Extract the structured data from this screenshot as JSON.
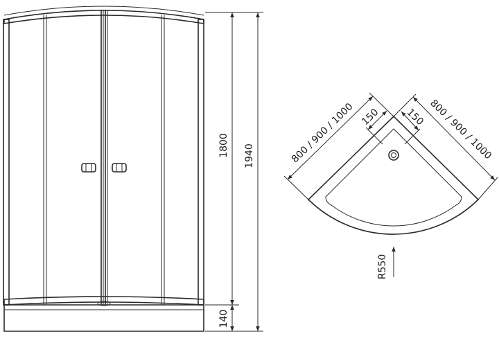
{
  "front_view": {
    "dimensions": {
      "inner_height": "1800",
      "total_height": "1940",
      "tray_height": "140"
    }
  },
  "plan_view": {
    "left_side": "800 / 900 / 1000",
    "right_side": "800 / 900 / 1000",
    "drain_offset_left": "150",
    "drain_offset_right": "150",
    "radius": "R550"
  }
}
